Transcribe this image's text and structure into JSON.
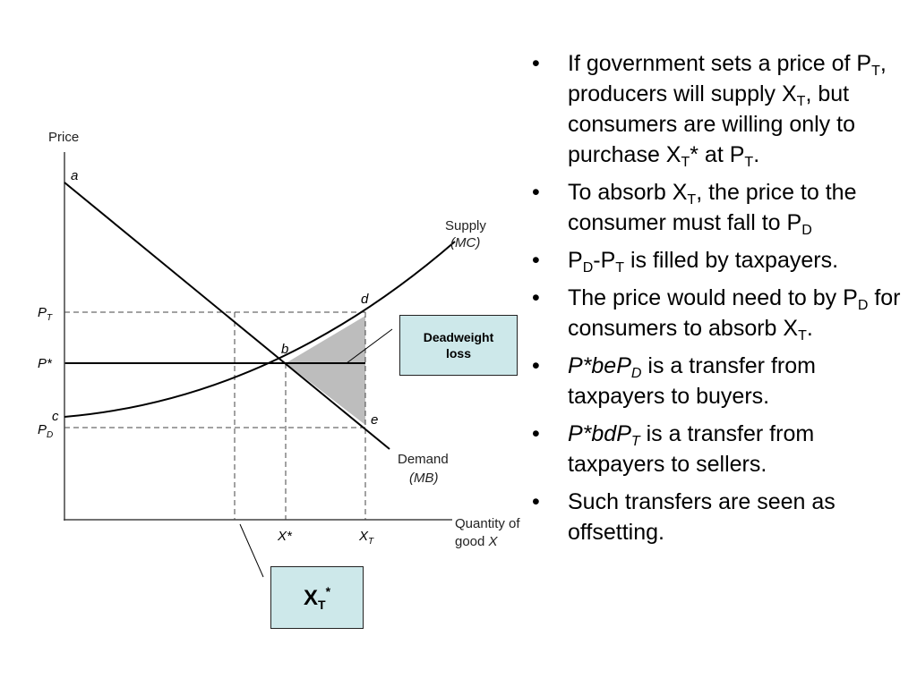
{
  "diagram": {
    "axis": {
      "y_title": "Price",
      "x_title_line1": "Quantity of",
      "x_title_line2_text": "good ",
      "x_title_line2_var": "X"
    },
    "supply": {
      "line1": "Supply",
      "line2": "(MC)"
    },
    "demand": {
      "line1": "Demand",
      "line2": "(MB)"
    },
    "points": {
      "a": "a",
      "b": "b",
      "c": "c",
      "d": "d",
      "e": "e"
    },
    "y_ticks": {
      "pt_main": "P",
      "pt_sub": "T",
      "pstar": "P*",
      "pd_main": "P",
      "pd_sub": "D"
    },
    "x_ticks": {
      "xstar": "X*",
      "xt_main": "X",
      "xt_sub": "T"
    },
    "colors": {
      "shading": "#bdbdbd",
      "callout_fill": "#cde8ea",
      "lines": "#000000"
    }
  },
  "callouts": {
    "deadweight_line1": "Deadweight",
    "deadweight_line2": "loss",
    "xt_main": "X",
    "xt_sub": "T",
    "xt_sup": "*"
  },
  "bullets": {
    "b1": {
      "t1": "If government sets a price of P",
      "s1": "T",
      "t2": ", producers will supply X",
      "s2": "T",
      "t3": ", but consumers are willing only to purchase X",
      "s3": "T",
      "sup": "*",
      "t4": " at P",
      "s4": "T",
      "t5": "."
    },
    "b2": {
      "t1": "To absorb X",
      "s1": "T",
      "t2": ", the price to the consumer must fall to P",
      "s2": "D"
    },
    "b3": {
      "t1": "P",
      "s1": "D",
      "t2": "-P",
      "s2": "T",
      "t3": " is filled by taxpayers."
    },
    "b4": {
      "t1": "The price would need to by P",
      "s1": "D",
      "t2": " for consumers to absorb X",
      "s2": "T",
      "t3": "."
    },
    "b5": {
      "em": "P*beP",
      "esub": "D",
      "t1": " is a transfer from taxpayers to buyers."
    },
    "b6": {
      "em": "P*bdP",
      "esub": "T",
      "t1": " is a transfer from taxpayers to sellers."
    },
    "b7": {
      "t1": "Such transfers are seen as offsetting."
    }
  }
}
